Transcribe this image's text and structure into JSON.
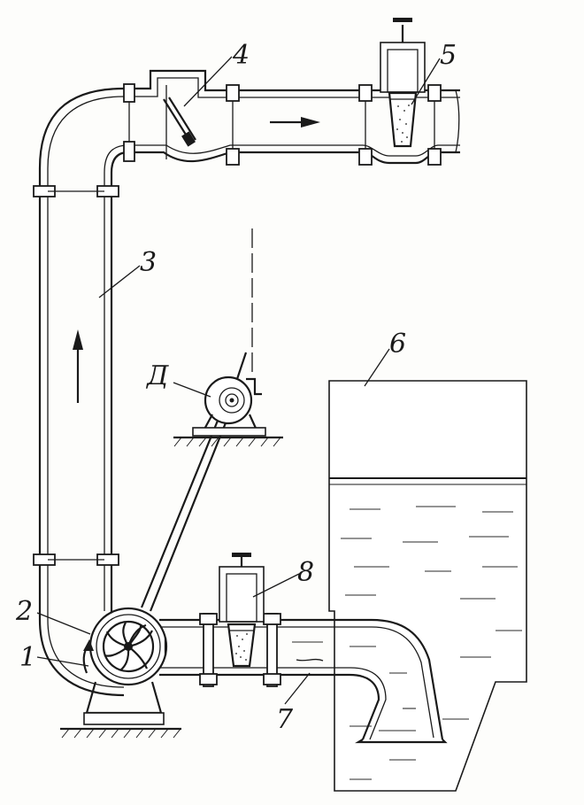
{
  "labels": {
    "pump_casing": "1",
    "impeller": "2",
    "riser_pipe": "3",
    "flap_valve": "4",
    "upper_sampler": "5",
    "tank": "6",
    "suction_pipe": "7",
    "lower_sampler": "8",
    "motor": "Д"
  }
}
